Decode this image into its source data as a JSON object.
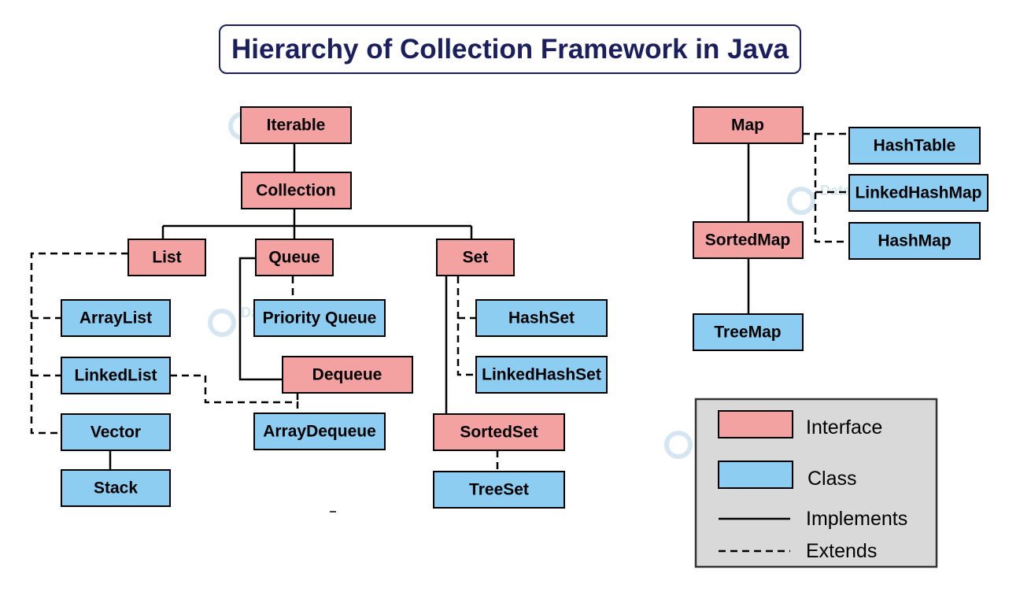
{
  "title": "Hierarchy of Collection Framework in Java",
  "watermark": "Data Flair",
  "colors": {
    "interface": "#f4a1a1",
    "class": "#8ecdf2",
    "title": "#1b1f5e",
    "legend_bg": "#d9d9d9"
  },
  "nodes": {
    "iterable": {
      "label": "Iterable",
      "kind": "interface"
    },
    "collection": {
      "label": "Collection",
      "kind": "interface"
    },
    "list": {
      "label": "List",
      "kind": "interface"
    },
    "queue": {
      "label": "Queue",
      "kind": "interface"
    },
    "set": {
      "label": "Set",
      "kind": "interface"
    },
    "arraylist": {
      "label": "ArrayList",
      "kind": "class"
    },
    "linkedlist": {
      "label": "LinkedList",
      "kind": "class"
    },
    "vector": {
      "label": "Vector",
      "kind": "class"
    },
    "stack": {
      "label": "Stack",
      "kind": "class"
    },
    "priorityqueue": {
      "label": "Priority Queue",
      "kind": "class"
    },
    "dequeue": {
      "label": "Dequeue",
      "kind": "interface"
    },
    "arraydequeue": {
      "label": "ArrayDequeue",
      "kind": "class"
    },
    "hashset": {
      "label": "HashSet",
      "kind": "class"
    },
    "linkedhashset": {
      "label": "LinkedHashSet",
      "kind": "class"
    },
    "sortedset": {
      "label": "SortedSet",
      "kind": "interface"
    },
    "treeset": {
      "label": "TreeSet",
      "kind": "class"
    },
    "map": {
      "label": "Map",
      "kind": "interface"
    },
    "hashtable": {
      "label": "HashTable",
      "kind": "class"
    },
    "linkedhashmap": {
      "label": "LinkedHashMap",
      "kind": "class"
    },
    "hashmap": {
      "label": "HashMap",
      "kind": "class"
    },
    "sortedmap": {
      "label": "SortedMap",
      "kind": "interface"
    },
    "treemap": {
      "label": "TreeMap",
      "kind": "class"
    }
  },
  "legend": {
    "interface": "Interface",
    "class": "Class",
    "implements": "Implements",
    "extends": "Extends"
  }
}
